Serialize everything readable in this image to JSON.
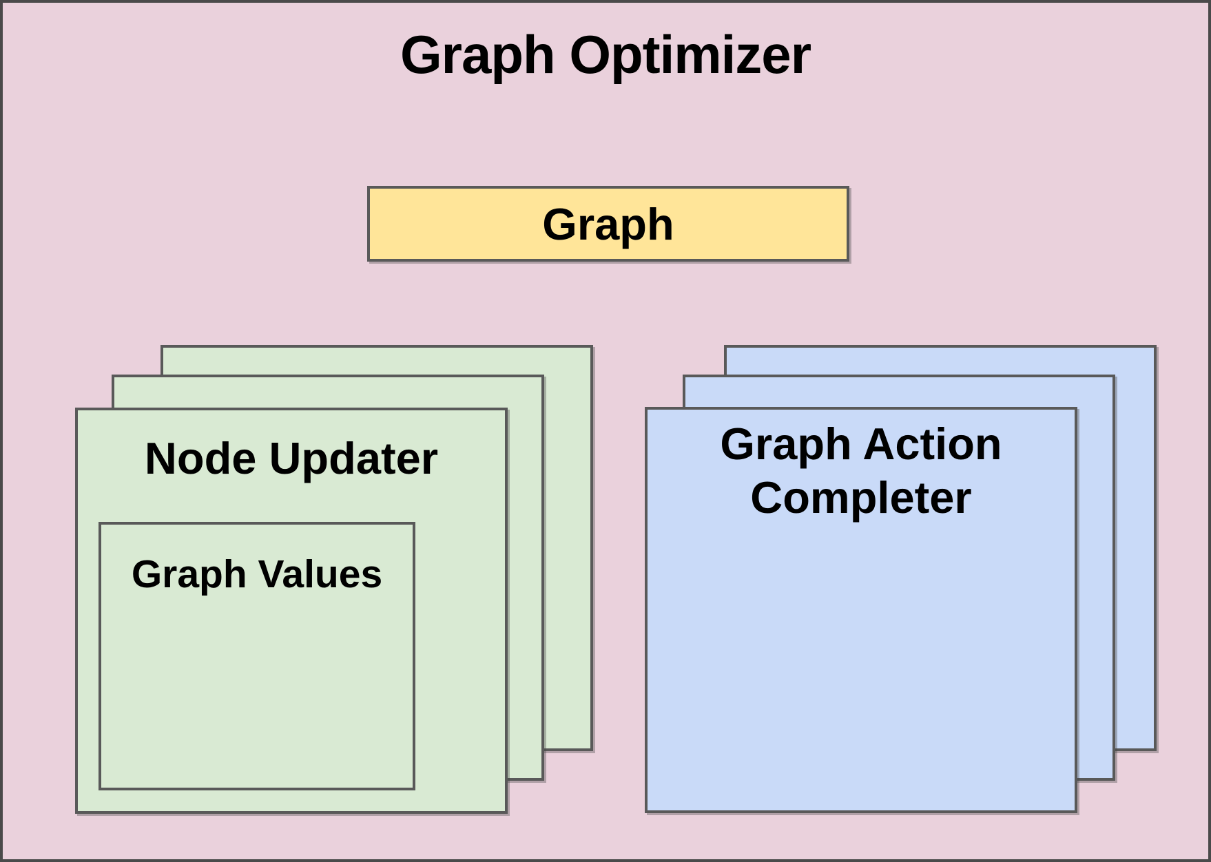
{
  "diagram": {
    "title": "Graph Optimizer",
    "graph_box": {
      "label": "Graph"
    },
    "node_updater": {
      "label": "Node Updater",
      "stack_count": 3,
      "inner": {
        "label": "Graph Values"
      }
    },
    "action_completer": {
      "label": "Graph Action Completer",
      "stack_count": 3
    },
    "colors": {
      "background": "#ead1dc",
      "graph_box_fill": "#ffe599",
      "node_updater_fill": "#d9ead3",
      "action_completer_fill": "#c9daf8",
      "border": "#595959",
      "text": "#000000"
    }
  }
}
